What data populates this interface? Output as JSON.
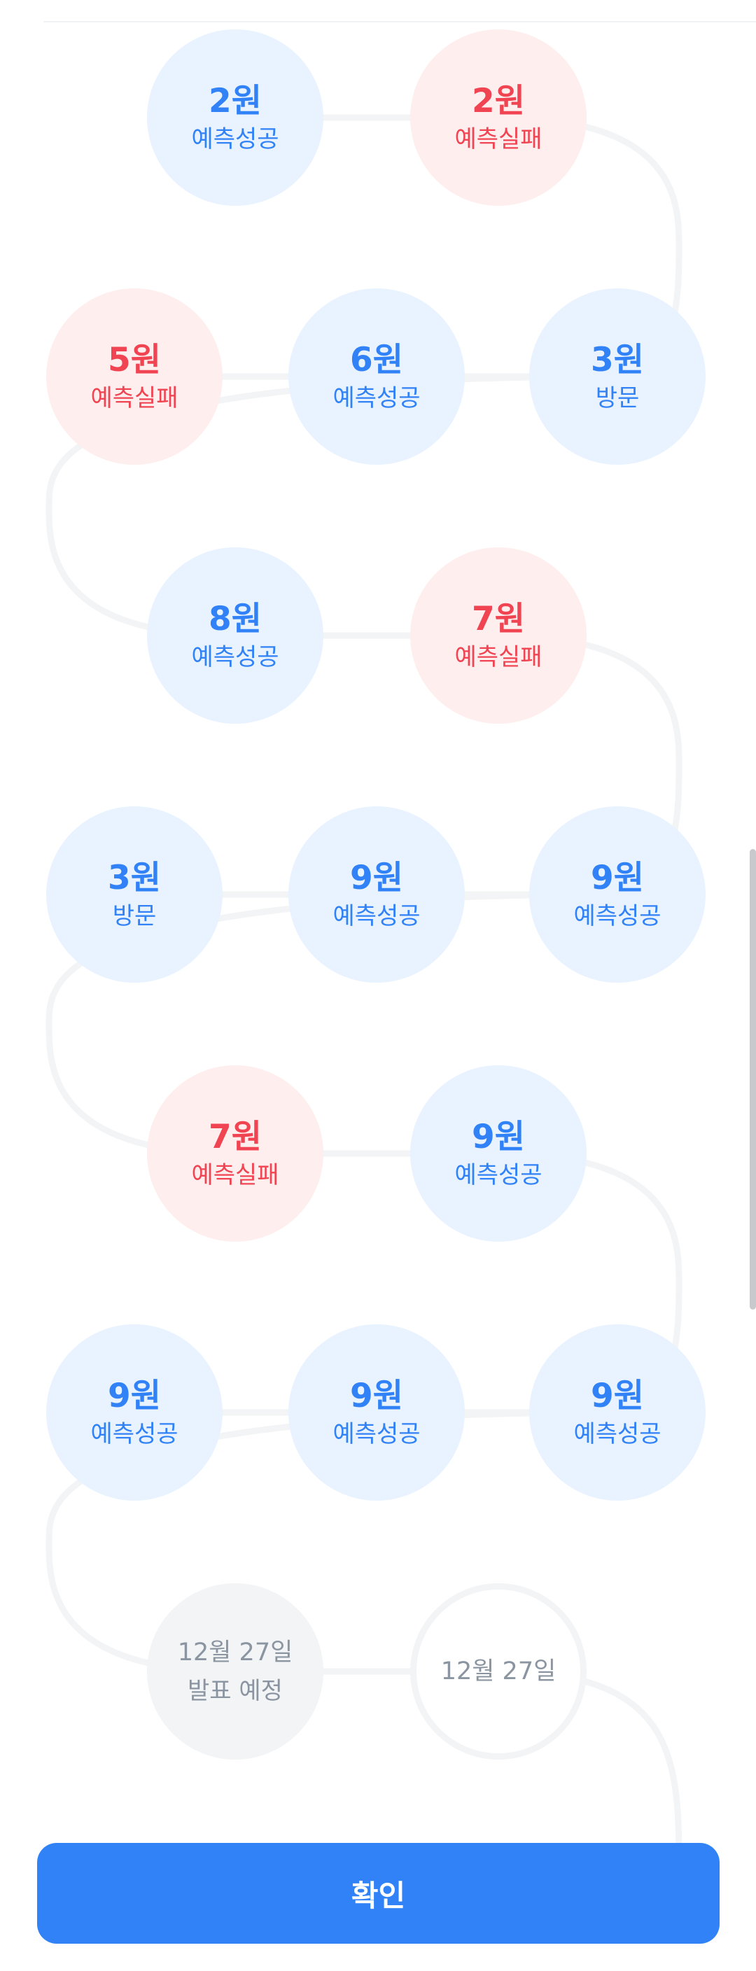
{
  "colors": {
    "success": "#3182f6",
    "success_bg": "#e8f3ff",
    "fail": "#f04452",
    "fail_bg": "#ffeeee",
    "pending_text": "#8b95a1",
    "pending_bg": "#f2f4f6",
    "track": "#f2f4f6",
    "button": "#3182f6"
  },
  "rows": [
    [
      {
        "amount": "2원",
        "status": "예측성공",
        "state": "success"
      },
      {
        "amount": "2원",
        "status": "예측실패",
        "state": "fail"
      }
    ],
    [
      {
        "amount": "5원",
        "status": "예측실패",
        "state": "fail"
      },
      {
        "amount": "6원",
        "status": "예측성공",
        "state": "success"
      },
      {
        "amount": "3원",
        "status": "방문",
        "state": "visit"
      }
    ],
    [
      {
        "amount": "8원",
        "status": "예측성공",
        "state": "success"
      },
      {
        "amount": "7원",
        "status": "예측실패",
        "state": "fail"
      }
    ],
    [
      {
        "amount": "3원",
        "status": "방문",
        "state": "visit"
      },
      {
        "amount": "9원",
        "status": "예측성공",
        "state": "success"
      },
      {
        "amount": "9원",
        "status": "예측성공",
        "state": "success"
      }
    ],
    [
      {
        "amount": "7원",
        "status": "예측실패",
        "state": "fail"
      },
      {
        "amount": "9원",
        "status": "예측성공",
        "state": "success"
      }
    ],
    [
      {
        "amount": "9원",
        "status": "예측성공",
        "state": "success"
      },
      {
        "amount": "9원",
        "status": "예측성공",
        "state": "success"
      },
      {
        "amount": "9원",
        "status": "예측성공",
        "state": "success"
      }
    ],
    [
      {
        "date": "12월 27일",
        "note": "발표 예정",
        "state": "pending"
      },
      {
        "date": "12월 27일",
        "state": "empty"
      }
    ]
  ],
  "confirm_button": {
    "label": "확인"
  }
}
